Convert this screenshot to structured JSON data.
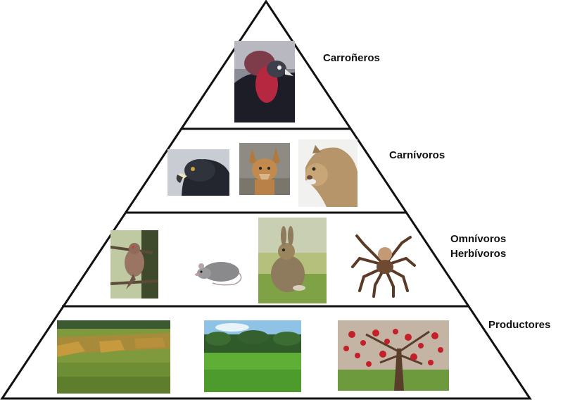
{
  "pyramid": {
    "levels": [
      {
        "label": "Carroñeros",
        "photos": [
          "condor"
        ]
      },
      {
        "label": "Carnívoros",
        "photos": [
          "eagle",
          "fox",
          "puma"
        ]
      },
      {
        "label_lines": [
          "Omnívoros",
          "Herbívoros"
        ],
        "photos": [
          "dove",
          "mouse",
          "rabbit",
          "tarantula"
        ]
      },
      {
        "label": "Productores",
        "photos": [
          "crop-field",
          "corn-field",
          "apple-tree"
        ]
      }
    ]
  }
}
